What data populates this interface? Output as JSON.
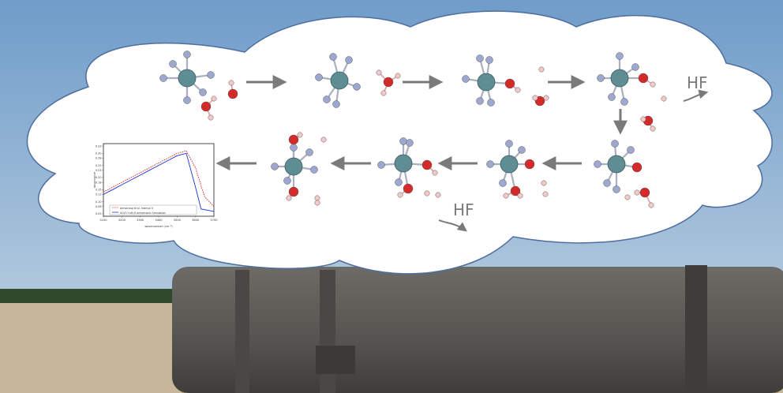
{
  "labels": {
    "hf_release_1": "HF",
    "hf_release_2": "HF"
  },
  "colors": {
    "sky_top": "#6f9cc9",
    "sky_bottom": "#c6d7e4",
    "ground": "#c8b69a",
    "cylinder": "#5f5d59",
    "cloud_fill": "#ffffff",
    "cloud_stroke": "#4f6ea0",
    "arrow": "#7a7a7a",
    "uranium_atom": "#5f8d94",
    "fluorine_atom": "#9ea7cf",
    "oxygen_atom": "#d42a2a",
    "hydrogen_atom": "#f4c9c9",
    "series_exp": "#e02020",
    "series_sim": "#1a33d6"
  },
  "inset_chart": {
    "chart_data": {
      "type": "line",
      "xlabel": "wavenumber (cm⁻¹)",
      "ylabel": "absorbance",
      "x_ticks": [
        "3100",
        "3200",
        "3300",
        "3400",
        "3500",
        "3600",
        "3700"
      ],
      "y_ticks": [
        "0.05",
        "0.08",
        "0.10",
        "0.13",
        "0.15",
        "0.18",
        "0.20",
        "0.23",
        "0.25",
        "0.28",
        "0.30",
        "0.33"
      ],
      "xlim": [
        3100,
        3700
      ],
      "ylim": [
        0.04,
        0.34
      ],
      "series": [
        {
          "name": "Armstrong et al. Interval 5",
          "points": [
            [
              3100,
              0.14
            ],
            [
              3150,
              0.16
            ],
            [
              3200,
              0.18
            ],
            [
              3250,
              0.2
            ],
            [
              3300,
              0.22
            ],
            [
              3350,
              0.24
            ],
            [
              3400,
              0.26
            ],
            [
              3450,
              0.28
            ],
            [
              3500,
              0.3
            ],
            [
              3550,
              0.31
            ],
            [
              3600,
              0.24
            ],
            [
              3650,
              0.12
            ],
            [
              3700,
              0.08
            ]
          ]
        },
        {
          "name": "UO₂F₂+nH₂O anharmonic simulation",
          "points": [
            [
              3100,
              0.13
            ],
            [
              3150,
              0.15
            ],
            [
              3200,
              0.17
            ],
            [
              3250,
              0.19
            ],
            [
              3300,
              0.21
            ],
            [
              3350,
              0.23
            ],
            [
              3400,
              0.25
            ],
            [
              3450,
              0.27
            ],
            [
              3500,
              0.29
            ],
            [
              3550,
              0.3
            ],
            [
              3600,
              0.16
            ],
            [
              3630,
              0.07
            ],
            [
              3700,
              0.06
            ]
          ]
        }
      ]
    }
  }
}
